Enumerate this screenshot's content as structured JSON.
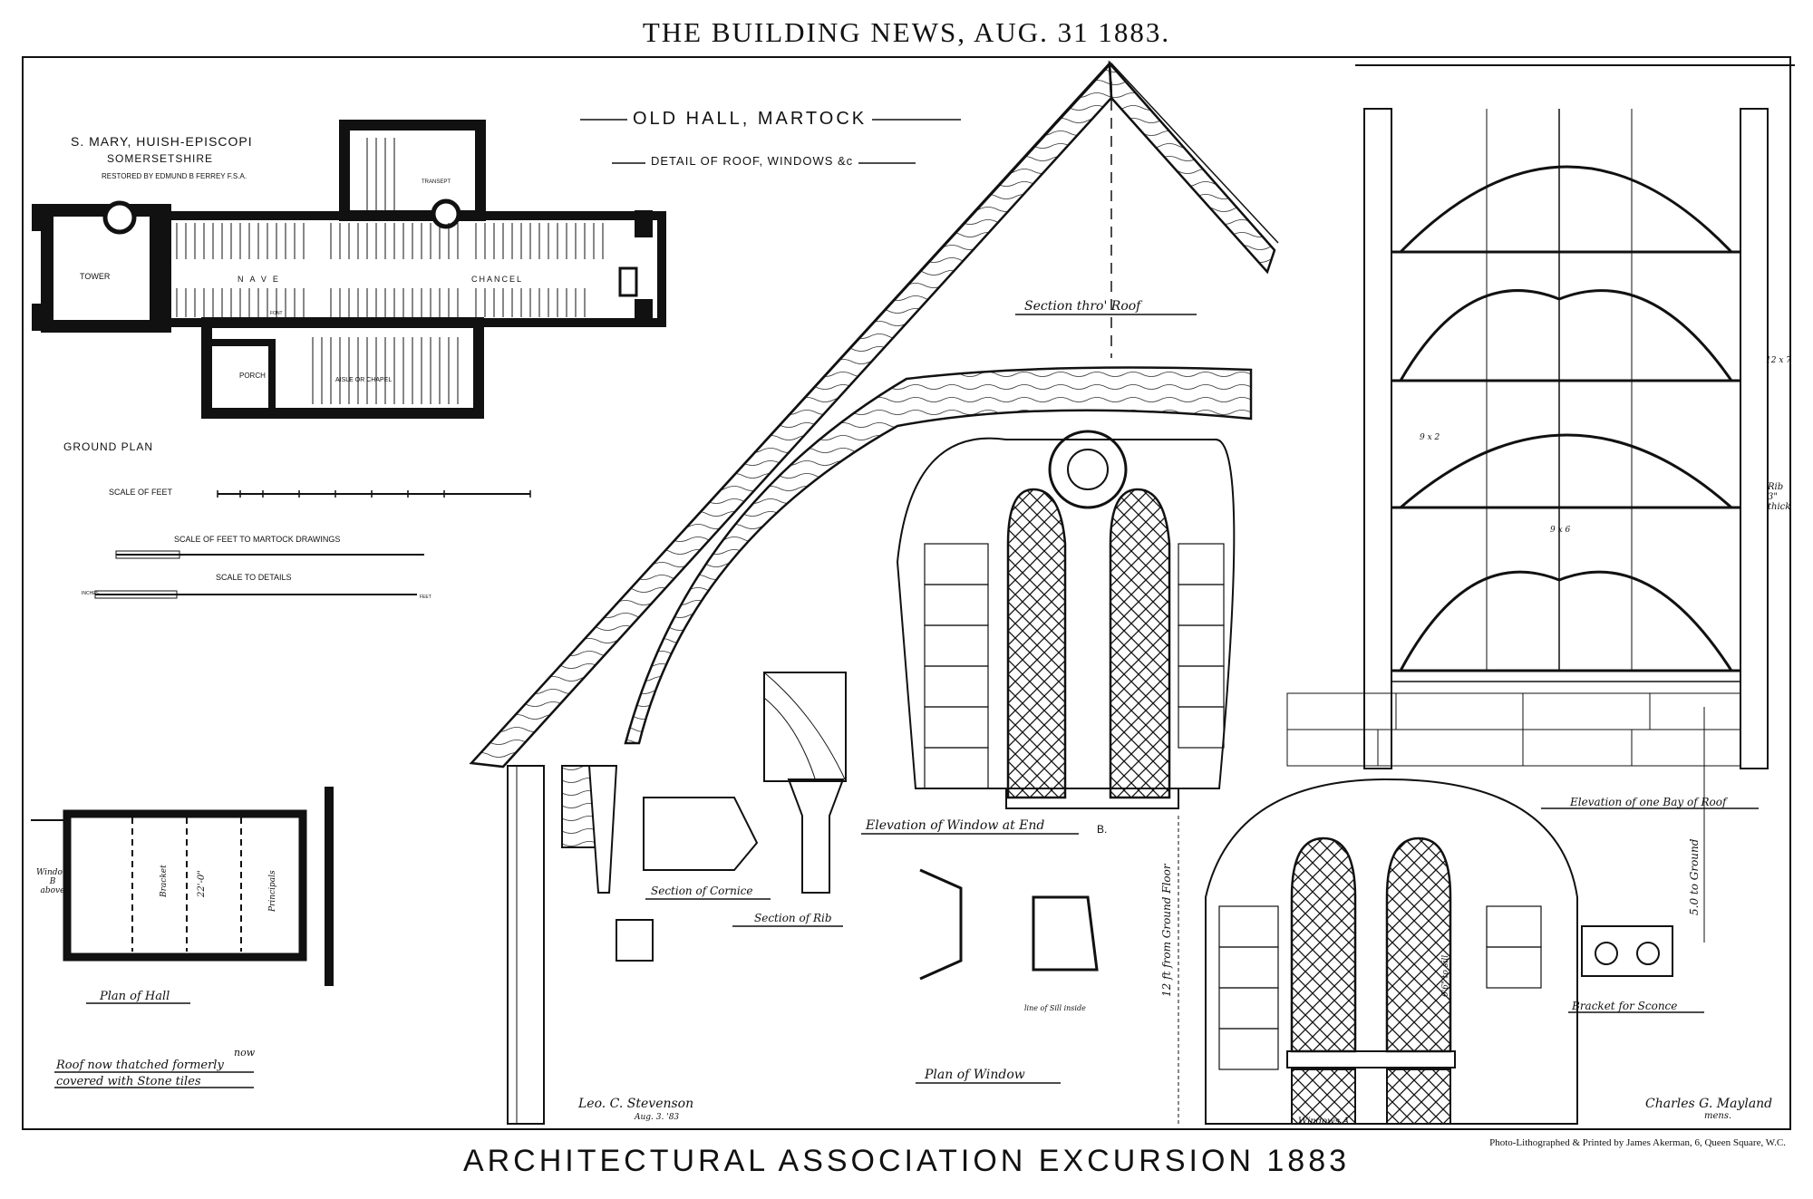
{
  "header": {
    "text": "THE BUILDING NEWS, AUG. 31 1883."
  },
  "footer": {
    "text": "ARCHITECTURAL ASSOCIATION EXCURSION 1883"
  },
  "printer": "Photo-Lithographed & Printed by James Akerman, 6, Queen Square, W.C.",
  "titles": {
    "main": "OLD HALL, MARTOCK",
    "sub": "DETAIL OF ROOF, WINDOWS &c"
  },
  "church": {
    "name": "S. MARY, HUISH-EPISCOPI",
    "county": "SOMERSETSHIRE",
    "restorer": "RESTORED BY EDMUND B FERREY F.S.A.",
    "rooms": {
      "tower": "TOWER",
      "nave": "NAVE",
      "chancel": "CHANCEL",
      "transept": "TRANSEPT",
      "porch": "PORCH",
      "aisle": "AISLE OR CHAPEL",
      "font": "FONT"
    },
    "plan_label": "GROUND PLAN"
  },
  "scales": {
    "feet": "SCALE OF FEET",
    "martock": "SCALE OF FEET TO MARTOCK DRAWINGS",
    "details": "SCALE TO DETAILS",
    "inches": "INCHES",
    "feet_end": "FEET"
  },
  "hall": {
    "window_b": "Window B above",
    "plan": "Plan of Hall",
    "bracket": "Bracket",
    "dimension": "22'-0\"",
    "principals": "Principals"
  },
  "note": {
    "line1": "Roof now thatched formerly",
    "line2": "covered with Stone tiles",
    "insert": "now"
  },
  "labels": {
    "section_roof": "Section thro' Roof",
    "elev_window": "Elevation of Window at End",
    "elev_window_b": "B.",
    "section_cornice": "Section of Cornice",
    "section_rib": "Section of Rib",
    "plan_window": "Plan of Window",
    "line_sill": "line of Sill inside",
    "elev_bay": "Elevation of one Bay of Roof",
    "bracket_sconce": "Bracket for Sconce",
    "floor_dim": "12 ft from Ground Floor",
    "sill_dim": "5.0 to Ground",
    "sill_dim2": "6'6\" to sill",
    "windows_a": "Windows A",
    "rib": "Rib 3\" thick",
    "dim_12x7": "12 x 7",
    "dim_9x2": "9 x 2",
    "dim_9x6": "9 x 6"
  },
  "signatures": {
    "left": "Leo. C. Stevenson",
    "left_date": "Aug. 3. '83",
    "right": "Charles G. Mayland",
    "right_role": "mens."
  }
}
